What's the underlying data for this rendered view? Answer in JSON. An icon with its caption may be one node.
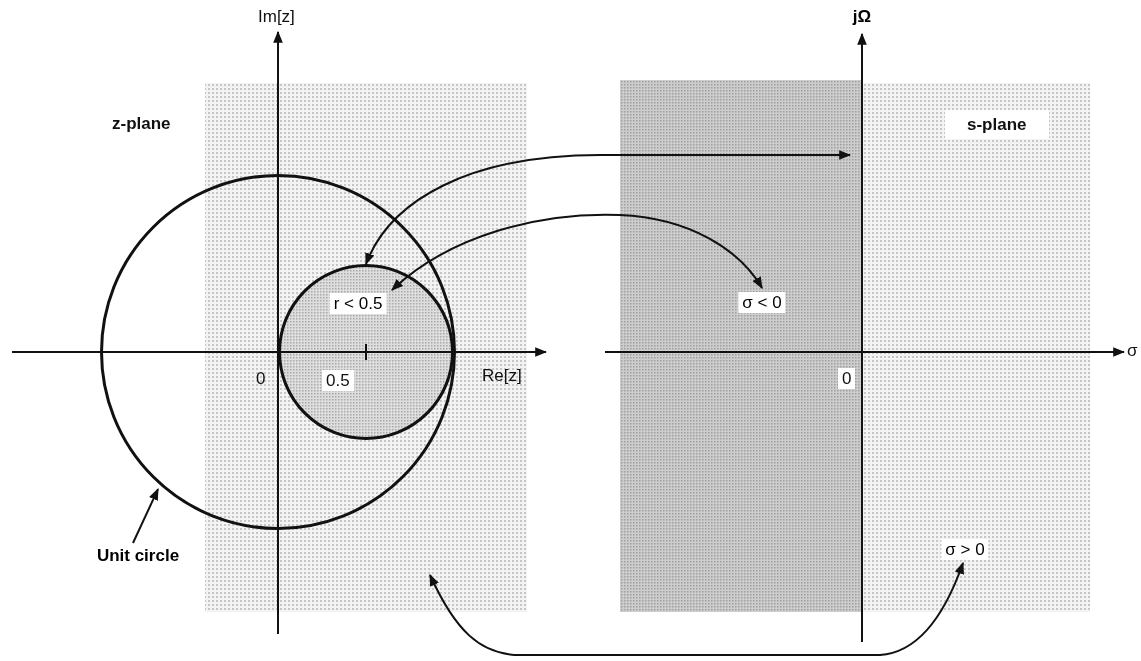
{
  "diagram": {
    "nodes": [
      {
        "text": [],
        "shape": "circle"
      },
      {
        "text": [
          "Unit circle"
        ]
      },
      {
        "text": [],
        "shape": "circle",
        "in": 0
      },
      {
        "text": [
          "r < 0.5"
        ],
        "in": 2
      },
      {
        "text": [
          "σ < 0"
        ]
      },
      {
        "text": [
          "jΩ"
        ]
      },
      {
        "text": [
          "σ > 0"
        ]
      }
    ],
    "edges": [
      {
        "from": 1,
        "to": 0,
        "arrow": "to"
      },
      {
        "from": 2,
        "to": 5,
        "arrow": "both"
      },
      {
        "from": 3,
        "to": 4,
        "arrow": "both"
      },
      {
        "from": null,
        "to": 6,
        "arrow": "both"
      }
    ],
    "labels": [
      "Im[z]",
      "z-plane",
      "s-plane",
      "0",
      "0.5",
      "Re[z]",
      "0",
      "σ"
    ]
  }
}
